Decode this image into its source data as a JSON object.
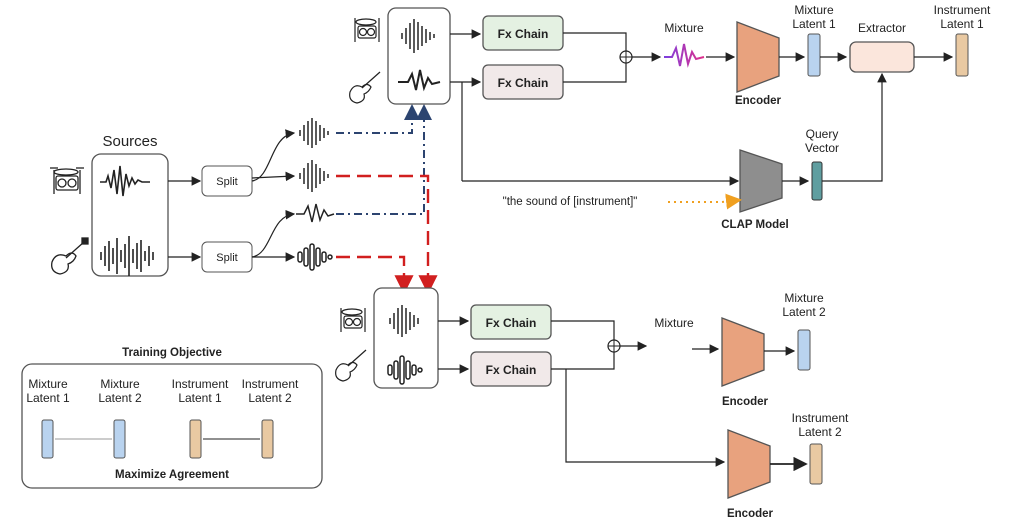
{
  "sources": {
    "title": "Sources"
  },
  "split": {
    "label_1": "Split",
    "label_2": "Split"
  },
  "fx": {
    "top_1": "Fx Chain",
    "top_2": "Fx Chain",
    "bottom_1": "Fx Chain",
    "bottom_2": "Fx Chain"
  },
  "mixture": {
    "top": "Mixture",
    "bottom": "Mixture"
  },
  "encoder": {
    "top": "Encoder",
    "bottom_1": "Encoder",
    "bottom_2": "Encoder"
  },
  "latents": {
    "mixture_latent_1": [
      "Mixture",
      "Latent 1"
    ],
    "extractor": "Extractor",
    "instrument_latent_1": [
      "Instrument",
      "Latent 1"
    ],
    "mixture_latent_2": [
      "Mixture",
      "Latent 2"
    ],
    "instrument_latent_2": [
      "Instrument",
      "Latent 2"
    ]
  },
  "query_vector": [
    "Query",
    "Vector"
  ],
  "clap": {
    "label": "CLAP Model",
    "prompt": "\"the sound of [instrument]\""
  },
  "training": {
    "title": "Training Objective",
    "col_1": [
      "Mixture",
      "Latent 1"
    ],
    "col_2": [
      "Mixture",
      "Latent 2"
    ],
    "col_3": [
      "Instrument",
      "Latent 1"
    ],
    "col_4": [
      "Instrument",
      "Latent 2"
    ],
    "footer": "Maximize Agreement"
  },
  "colors": {
    "blue_latent": "#b9d3ef",
    "orange_latent": "#e9c9a2",
    "encoder_fill": "#e8a27e",
    "clap_fill": "#8e8e8e",
    "query_fill": "#5f9ea0",
    "fx_top": "#e4f1e2",
    "fx_bottom": "#f1e9e9",
    "red_dash": "#d11f1f",
    "navy_dashdot": "#2c4470",
    "orange_dot": "#f0a020"
  },
  "icons": [
    "drum-kit-icon",
    "electric-guitar-icon"
  ]
}
